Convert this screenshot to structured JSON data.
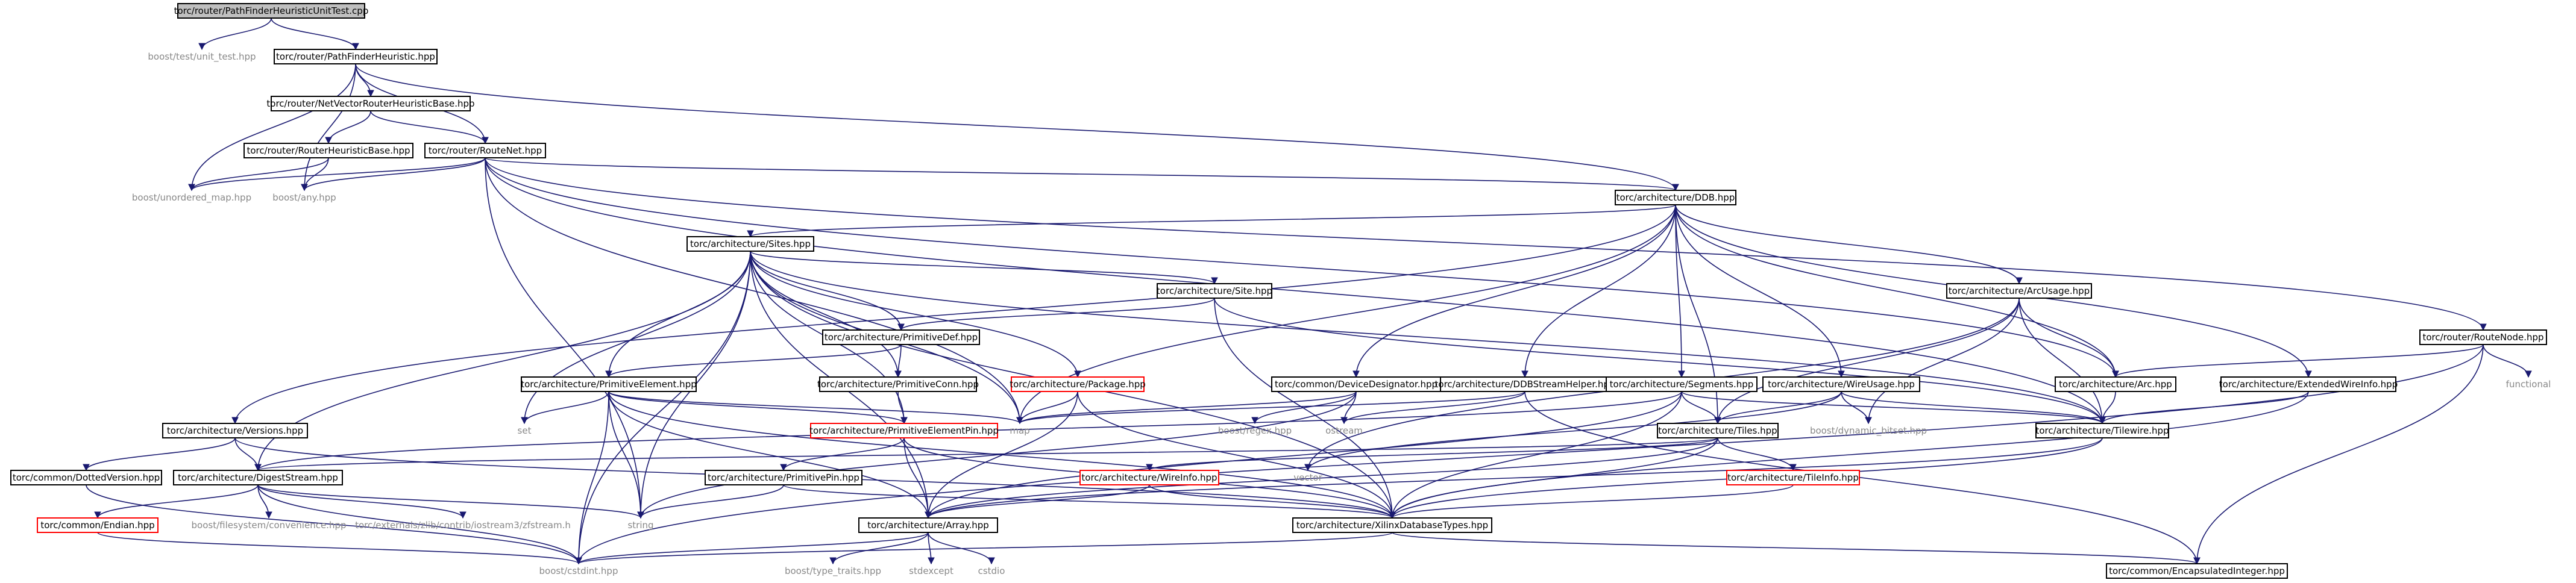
{
  "graph": {
    "root": "torc/router/PathFinderHeuristicUnitTest.cpp",
    "nodes": [
      {
        "id": "pfhut",
        "label": "torc/router/PathFinderHeuristicUnitTest.cpp",
        "style": "root"
      },
      {
        "id": "unit_test",
        "label": "boost/test/unit_test.hpp",
        "style": "external"
      },
      {
        "id": "pfh",
        "label": "torc/router/PathFinderHeuristic.hpp",
        "style": "box"
      },
      {
        "id": "nvrhb",
        "label": "torc/router/NetVectorRouterHeuristicBase.hpp",
        "style": "box"
      },
      {
        "id": "rhb",
        "label": "torc/router/RouterHeuristicBase.hpp",
        "style": "box"
      },
      {
        "id": "routenet",
        "label": "torc/router/RouteNet.hpp",
        "style": "box"
      },
      {
        "id": "umap",
        "label": "boost/unordered_map.hpp",
        "style": "external"
      },
      {
        "id": "bany",
        "label": "boost/any.hpp",
        "style": "external"
      },
      {
        "id": "ddb",
        "label": "torc/architecture/DDB.hpp",
        "style": "box"
      },
      {
        "id": "sites",
        "label": "torc/architecture/Sites.hpp",
        "style": "box"
      },
      {
        "id": "site",
        "label": "torc/architecture/Site.hpp",
        "style": "box"
      },
      {
        "id": "primdef",
        "label": "torc/architecture/PrimitiveDef.hpp",
        "style": "box"
      },
      {
        "id": "package",
        "label": "torc/architecture/Package.hpp",
        "style": "red"
      },
      {
        "id": "primelem",
        "label": "torc/architecture/PrimitiveElement.hpp",
        "style": "box"
      },
      {
        "id": "primconn",
        "label": "torc/architecture/PrimitiveConn.hpp",
        "style": "box"
      },
      {
        "id": "devdes",
        "label": "torc/common/DeviceDesignator.hpp",
        "style": "box"
      },
      {
        "id": "ddbsh",
        "label": "torc/architecture/DDBStreamHelper.hpp",
        "style": "box"
      },
      {
        "id": "segments",
        "label": "torc/architecture/Segments.hpp",
        "style": "box"
      },
      {
        "id": "arcusage",
        "label": "torc/architecture/ArcUsage.hpp",
        "style": "box"
      },
      {
        "id": "wireusage",
        "label": "torc/architecture/WireUsage.hpp",
        "style": "box"
      },
      {
        "id": "routenode",
        "label": "torc/router/RouteNode.hpp",
        "style": "box"
      },
      {
        "id": "arc",
        "label": "torc/architecture/Arc.hpp",
        "style": "box"
      },
      {
        "id": "extwire",
        "label": "torc/architecture/ExtendedWireInfo.hpp",
        "style": "box"
      },
      {
        "id": "functional",
        "label": "functional",
        "style": "external"
      },
      {
        "id": "versions",
        "label": "torc/architecture/Versions.hpp",
        "style": "box"
      },
      {
        "id": "set",
        "label": "set",
        "style": "external"
      },
      {
        "id": "primelempin",
        "label": "torc/architecture/PrimitiveElementPin.hpp",
        "style": "red"
      },
      {
        "id": "map",
        "label": "map",
        "style": "external"
      },
      {
        "id": "bregex",
        "label": "boost/regex.hpp",
        "style": "external"
      },
      {
        "id": "ostream",
        "label": "ostream",
        "style": "external"
      },
      {
        "id": "tiles",
        "label": "torc/architecture/Tiles.hpp",
        "style": "box"
      },
      {
        "id": "dynbitset",
        "label": "boost/dynamic_bitset.hpp",
        "style": "external"
      },
      {
        "id": "tilewire",
        "label": "torc/architecture/Tilewire.hpp",
        "style": "box"
      },
      {
        "id": "dotver",
        "label": "torc/common/DottedVersion.hpp",
        "style": "box"
      },
      {
        "id": "digest",
        "label": "torc/architecture/DigestStream.hpp",
        "style": "box"
      },
      {
        "id": "primpin",
        "label": "torc/architecture/PrimitivePin.hpp",
        "style": "box"
      },
      {
        "id": "wireinfo",
        "label": "torc/architecture/WireInfo.hpp",
        "style": "red"
      },
      {
        "id": "vector",
        "label": "vector",
        "style": "external"
      },
      {
        "id": "tileinfo",
        "label": "torc/architecture/TileInfo.hpp",
        "style": "red"
      },
      {
        "id": "endian",
        "label": "torc/common/Endian.hpp",
        "style": "red"
      },
      {
        "id": "fsconv",
        "label": "boost/filesystem/convenience.hpp",
        "style": "external"
      },
      {
        "id": "zfstream",
        "label": "torc/externals/zlib/contrib/iostream3/zfstream.h",
        "style": "external"
      },
      {
        "id": "string",
        "label": "string",
        "style": "external"
      },
      {
        "id": "array",
        "label": "torc/architecture/Array.hpp",
        "style": "box"
      },
      {
        "id": "xdbtypes",
        "label": "torc/architecture/XilinxDatabaseTypes.hpp",
        "style": "box"
      },
      {
        "id": "cstdint",
        "label": "boost/cstdint.hpp",
        "style": "external"
      },
      {
        "id": "typetraits",
        "label": "boost/type_traits.hpp",
        "style": "external"
      },
      {
        "id": "stdexcept",
        "label": "stdexcept",
        "style": "external"
      },
      {
        "id": "cstdio",
        "label": "cstdio",
        "style": "external"
      },
      {
        "id": "encint",
        "label": "torc/common/EncapsulatedInteger.hpp",
        "style": "box"
      }
    ],
    "edges": [
      [
        "pfhut",
        "unit_test"
      ],
      [
        "pfhut",
        "pfh"
      ],
      [
        "pfh",
        "nvrhb"
      ],
      [
        "pfh",
        "routenet"
      ],
      [
        "pfh",
        "umap"
      ],
      [
        "pfh",
        "bany"
      ],
      [
        "pfh",
        "ddb"
      ],
      [
        "nvrhb",
        "rhb"
      ],
      [
        "nvrhb",
        "routenet"
      ],
      [
        "rhb",
        "umap"
      ],
      [
        "rhb",
        "bany"
      ],
      [
        "routenet",
        "umap"
      ],
      [
        "routenet",
        "bany"
      ],
      [
        "routenet",
        "ddb"
      ],
      [
        "routenet",
        "routenode"
      ],
      [
        "routenet",
        "arc"
      ],
      [
        "routenet",
        "tilewire"
      ],
      [
        "routenet",
        "map"
      ],
      [
        "routenet",
        "string"
      ],
      [
        "ddb",
        "sites"
      ],
      [
        "ddb",
        "versions"
      ],
      [
        "ddb",
        "devdes"
      ],
      [
        "ddb",
        "ddbsh"
      ],
      [
        "ddb",
        "segments"
      ],
      [
        "ddb",
        "arcusage"
      ],
      [
        "ddb",
        "wireusage"
      ],
      [
        "ddb",
        "extwire"
      ],
      [
        "ddb",
        "arc"
      ],
      [
        "ddb",
        "tiles"
      ],
      [
        "ddb",
        "map"
      ],
      [
        "sites",
        "site"
      ],
      [
        "sites",
        "primdef"
      ],
      [
        "sites",
        "package"
      ],
      [
        "sites",
        "primelem"
      ],
      [
        "sites",
        "primconn"
      ],
      [
        "sites",
        "primelempin"
      ],
      [
        "sites",
        "set"
      ],
      [
        "sites",
        "map"
      ],
      [
        "sites",
        "digest"
      ],
      [
        "sites",
        "string"
      ],
      [
        "sites",
        "cstdint"
      ],
      [
        "sites",
        "array"
      ],
      [
        "sites",
        "xdbtypes"
      ],
      [
        "sites",
        "tilewire"
      ],
      [
        "site",
        "primdef"
      ],
      [
        "site",
        "tilewire"
      ],
      [
        "site",
        "xdbtypes"
      ],
      [
        "primdef",
        "primelem"
      ],
      [
        "primdef",
        "primconn"
      ],
      [
        "package",
        "map"
      ],
      [
        "package",
        "array"
      ],
      [
        "package",
        "xdbtypes"
      ],
      [
        "primelem",
        "set"
      ],
      [
        "primelem",
        "map"
      ],
      [
        "primelem",
        "primelempin"
      ],
      [
        "primelem",
        "string"
      ],
      [
        "primelem",
        "cstdint"
      ],
      [
        "primelem",
        "array"
      ],
      [
        "primelem",
        "xdbtypes"
      ],
      [
        "primconn",
        "primelempin"
      ],
      [
        "primelempin",
        "primpin"
      ],
      [
        "primelempin",
        "array"
      ],
      [
        "primelempin",
        "xdbtypes"
      ],
      [
        "primpin",
        "string"
      ],
      [
        "primpin",
        "xdbtypes"
      ],
      [
        "devdes",
        "map"
      ],
      [
        "devdes",
        "ostream"
      ],
      [
        "devdes",
        "bregex"
      ],
      [
        "devdes",
        "string"
      ],
      [
        "ddbsh",
        "ostream"
      ],
      [
        "ddbsh",
        "map"
      ],
      [
        "ddbsh",
        "encint"
      ],
      [
        "segments",
        "tiles"
      ],
      [
        "segments",
        "xdbtypes"
      ],
      [
        "segments",
        "tilewire"
      ],
      [
        "segments",
        "digest"
      ],
      [
        "segments",
        "array"
      ],
      [
        "arcusage",
        "tiles"
      ],
      [
        "arcusage",
        "arc"
      ],
      [
        "arcusage",
        "tilewire"
      ],
      [
        "arcusage",
        "dynbitset"
      ],
      [
        "arcusage",
        "vector"
      ],
      [
        "wireusage",
        "tiles"
      ],
      [
        "wireusage",
        "tilewire"
      ],
      [
        "wireusage",
        "dynbitset"
      ],
      [
        "wireusage",
        "vector"
      ],
      [
        "tiles",
        "wireinfo"
      ],
      [
        "tiles",
        "tileinfo"
      ],
      [
        "tiles",
        "array"
      ],
      [
        "tiles",
        "xdbtypes"
      ],
      [
        "tiles",
        "digest"
      ],
      [
        "wireinfo",
        "array"
      ],
      [
        "wireinfo",
        "xdbtypes"
      ],
      [
        "tileinfo",
        "xdbtypes"
      ],
      [
        "routenode",
        "arc"
      ],
      [
        "routenode",
        "functional"
      ],
      [
        "routenode",
        "cstdint"
      ],
      [
        "routenode",
        "encint"
      ],
      [
        "arc",
        "tilewire"
      ],
      [
        "extwire",
        "tilewire"
      ],
      [
        "extwire",
        "xdbtypes"
      ],
      [
        "tilewire",
        "xdbtypes"
      ],
      [
        "tilewire",
        "array"
      ],
      [
        "versions",
        "dotver"
      ],
      [
        "versions",
        "digest"
      ],
      [
        "versions",
        "xdbtypes"
      ],
      [
        "dotver",
        "cstdint"
      ],
      [
        "digest",
        "endian"
      ],
      [
        "digest",
        "fsconv"
      ],
      [
        "digest",
        "zfstream"
      ],
      [
        "digest",
        "string"
      ],
      [
        "digest",
        "cstdint"
      ],
      [
        "endian",
        "cstdint"
      ],
      [
        "array",
        "typetraits"
      ],
      [
        "array",
        "stdexcept"
      ],
      [
        "array",
        "cstdio"
      ],
      [
        "array",
        "cstdint"
      ],
      [
        "xdbtypes",
        "cstdint"
      ],
      [
        "xdbtypes",
        "encint"
      ]
    ]
  }
}
